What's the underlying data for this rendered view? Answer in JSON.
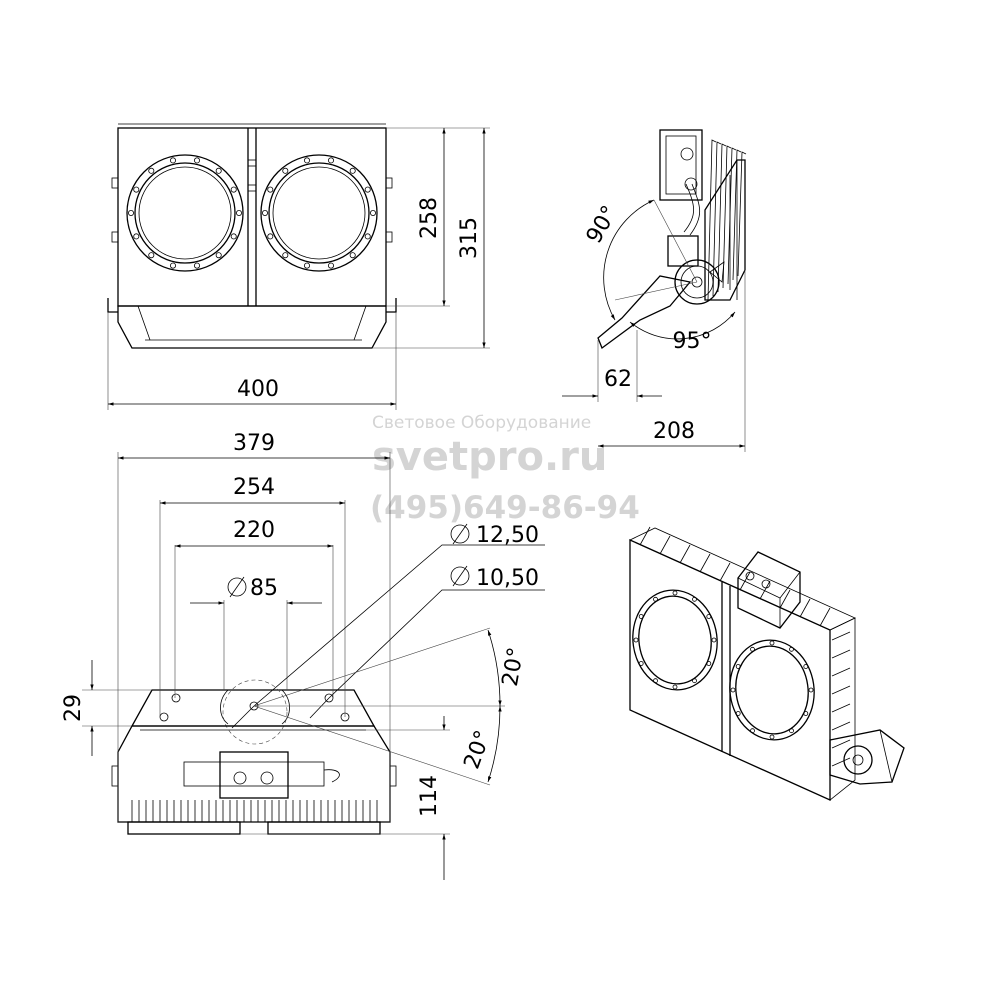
{
  "watermark": {
    "company": "Световое Оборудование",
    "site": "svetpro.ru",
    "phone": "(495)649-86-94"
  },
  "front_view": {
    "dims": {
      "height_inner": "258",
      "height_total": "315",
      "width": "400"
    }
  },
  "side_view": {
    "dims": {
      "angle_up": "90°",
      "angle_down": "95°",
      "bracket_depth": "62",
      "depth": "208"
    }
  },
  "top_view": {
    "dims": {
      "width_379": "379",
      "width_254": "254",
      "width_220": "220",
      "dia_85": "85",
      "dia_12_50": "12,50",
      "dia_10_50": "10,50",
      "angle_20_top": "20°",
      "angle_20_bottom": "20°",
      "offset_29": "29",
      "depth_114": "114"
    }
  },
  "colors": {
    "line": "#000000",
    "watermark": "#d4d4d4",
    "background": "#ffffff"
  }
}
